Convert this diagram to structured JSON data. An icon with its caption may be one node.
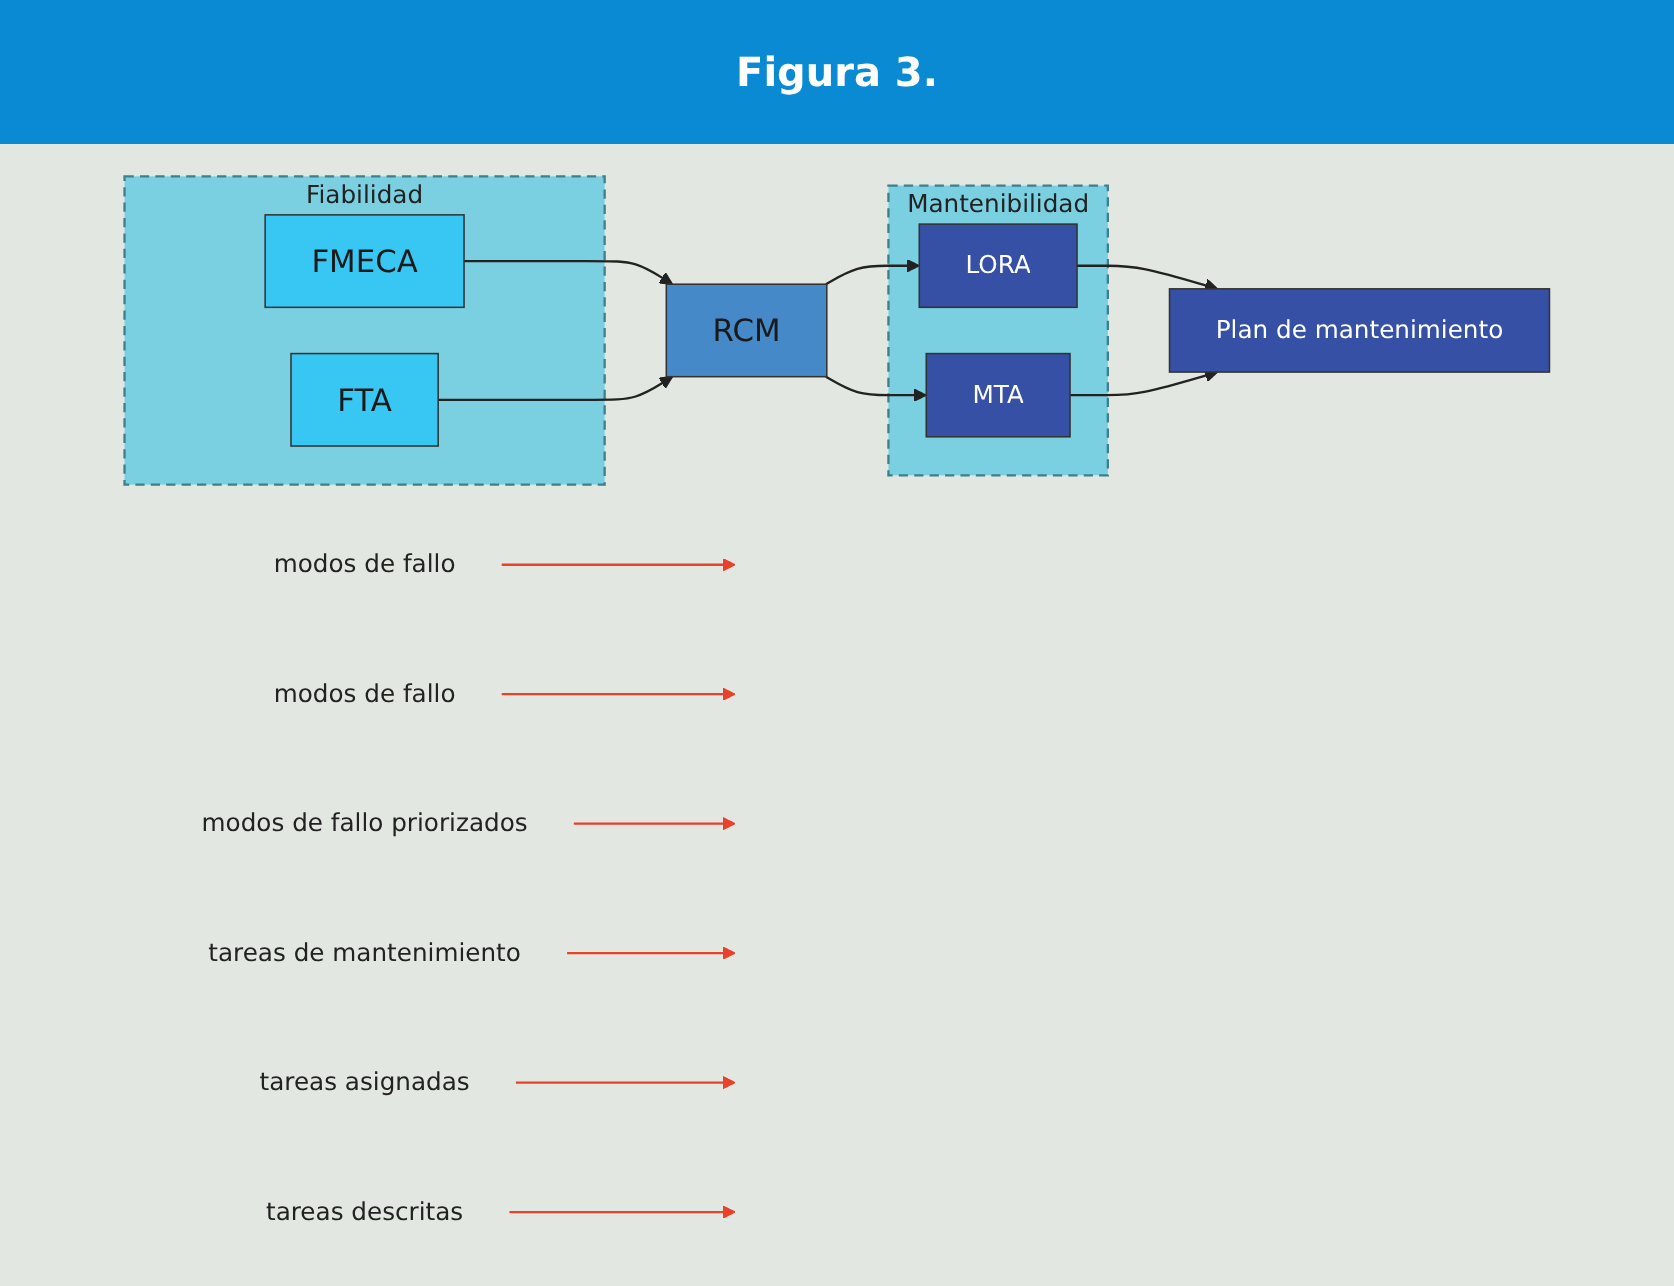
{
  "diagram": {
    "title": "Figura 3.",
    "nodes": [
      {
        "text": [
          "Fiabilidad"
        ]
      },
      {
        "text": [
          "FMECA"
        ],
        "in": 0
      },
      {
        "text": [
          "FTA"
        ],
        "in": 0
      },
      {
        "text": [
          "RCM"
        ]
      },
      {
        "text": [
          "Mantenibilidad"
        ]
      },
      {
        "text": [
          "LORA"
        ],
        "in": 4
      },
      {
        "text": [
          "MTA"
        ],
        "in": 4
      },
      {
        "text": [
          "Plan de mantenimiento"
        ]
      },
      {
        "text": [
          "modos de fallo"
        ]
      },
      {
        "text": [
          "tareas de mantenimiento"
        ]
      },
      {
        "text": [
          "tareas asignadas"
        ]
      },
      {
        "text": [
          "modos de fallo"
        ]
      },
      {
        "text": [
          "modos de fallo priorizados"
        ]
      },
      {
        "text": [
          "tareas descritas"
        ]
      }
    ],
    "edges": [
      {
        "from": 1,
        "to": 3,
        "arrow": "to"
      },
      {
        "from": 2,
        "to": 3,
        "arrow": "to"
      },
      {
        "from": 3,
        "to": 5,
        "arrow": "to"
      },
      {
        "from": 3,
        "to": 6,
        "arrow": "to"
      },
      {
        "from": 5,
        "to": 7,
        "arrow": "to"
      },
      {
        "from": 6,
        "to": 7,
        "arrow": "to"
      },
      {
        "from": 8,
        "to": null,
        "arrow": "to",
        "color": "#e8412c"
      },
      {
        "from": 11,
        "to": null,
        "arrow": "to",
        "color": "#e8412c"
      },
      {
        "from": 12,
        "to": null,
        "arrow": "to",
        "color": "#e8412c"
      },
      {
        "from": 9,
        "to": null,
        "arrow": "to",
        "color": "#e8412c"
      },
      {
        "from": 10,
        "to": null,
        "arrow": "to",
        "color": "#e8412c"
      },
      {
        "from": 13,
        "to": null,
        "arrow": "to",
        "color": "#e8412c"
      }
    ]
  }
}
